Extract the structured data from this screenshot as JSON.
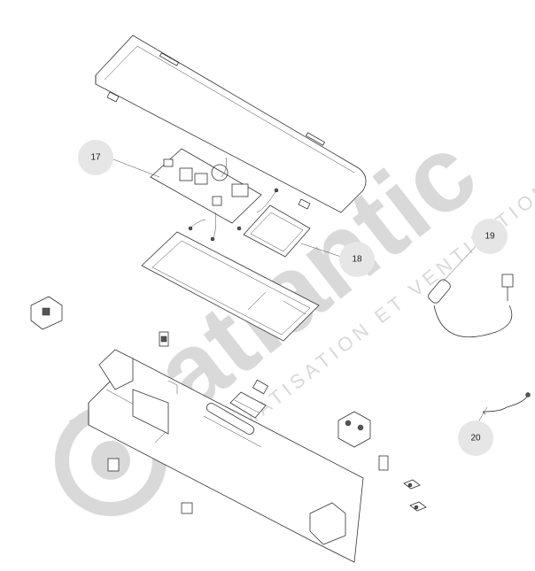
{
  "watermark": {
    "brand": "atlantic",
    "tagline": "CLIMATISATION ET VENTILATION",
    "color": "#d9d9d9"
  },
  "callouts": [
    {
      "id": "17",
      "label": "17"
    },
    {
      "id": "18",
      "label": "18"
    },
    {
      "id": "19",
      "label": "19"
    },
    {
      "id": "20",
      "label": "20"
    }
  ],
  "colors": {
    "line": "#333333",
    "callout_fill": "#e6e6e6"
  }
}
